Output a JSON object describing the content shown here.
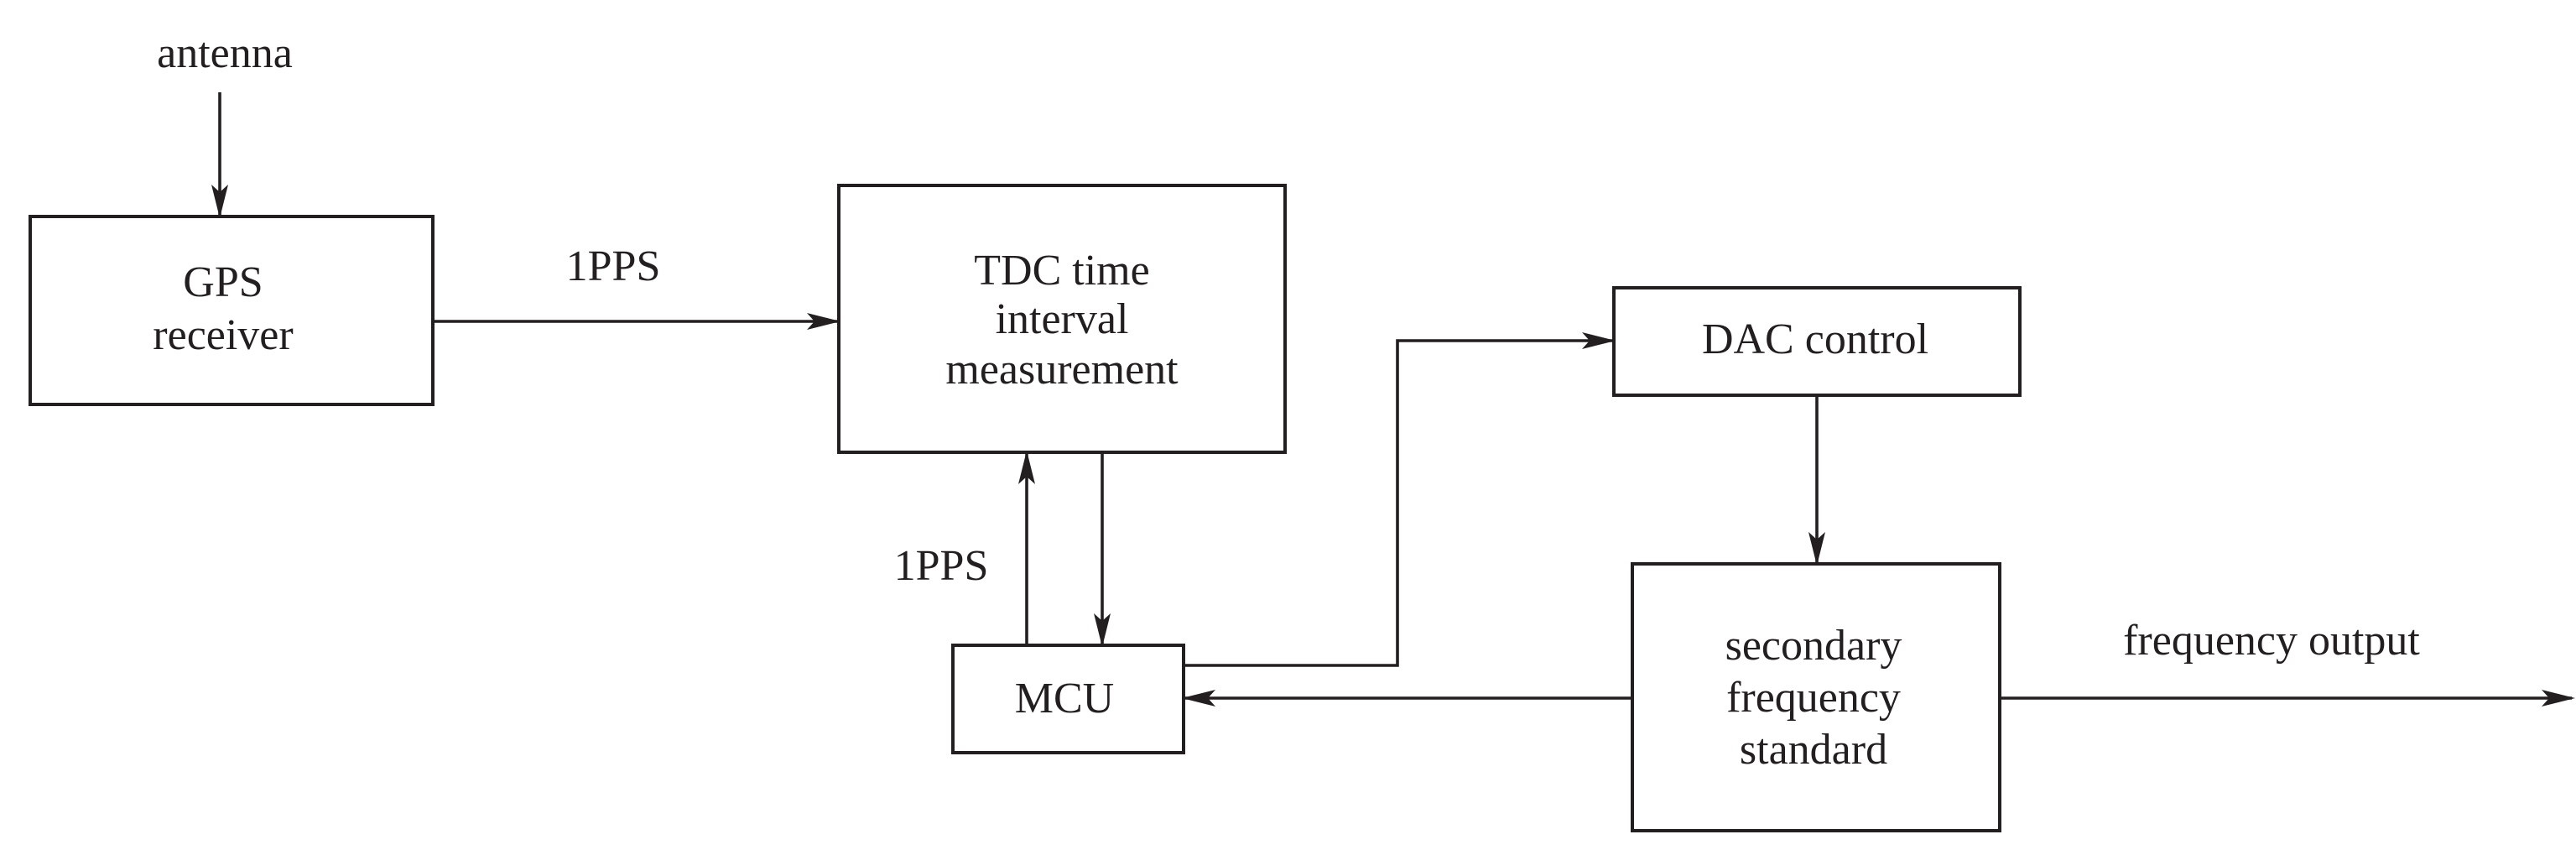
{
  "diagram": {
    "labels": {
      "antenna": "antenna",
      "gps_line1": "GPS",
      "gps_line2": "receiver",
      "pps_top": "1PPS",
      "tdc_line1": "TDC time",
      "tdc_line2": "interval",
      "tdc_line3": "measurement",
      "pps_left": "1PPS",
      "mcu": "MCU",
      "dac": "DAC control",
      "sfs_line1": "secondary",
      "sfs_line2": "frequency",
      "sfs_line3": "standard",
      "freq_out": "frequency output"
    },
    "colors": {
      "stroke": "#231f20",
      "background": "#ffffff"
    }
  }
}
